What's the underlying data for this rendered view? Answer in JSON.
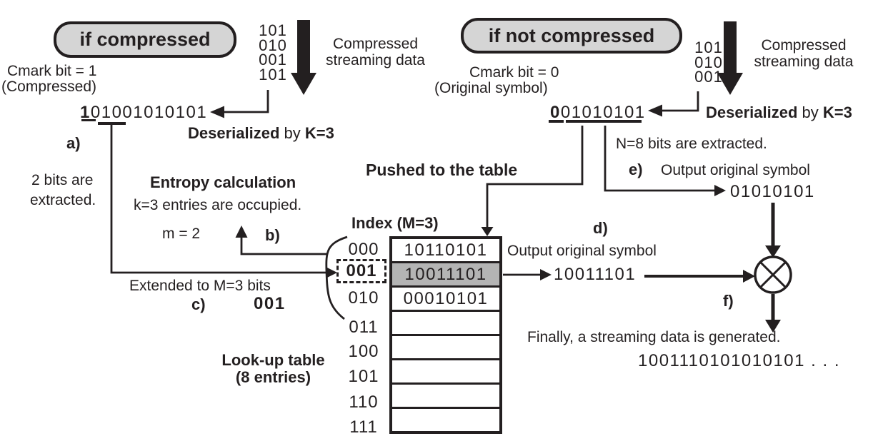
{
  "colors": {
    "ink": "#231f20",
    "pill_fill": "#d5d5d5",
    "highlight_row": "#b4b4b4",
    "background": "#ffffff"
  },
  "left": {
    "pill_label": "if compressed",
    "cmark_line1": "Cmark bit = 1",
    "cmark_line2": "(Compressed)",
    "stacked_bits": [
      "101",
      "010",
      "001",
      "101"
    ],
    "stream_label_line1": "Compressed",
    "stream_label_line2": "streaming data",
    "bitstring": {
      "cmark_bit": "1",
      "extracted_bits": "01",
      "remaining_bits": "001010101"
    },
    "deserialized": {
      "word": "Deserialized",
      "connector": "by",
      "param": "K=3"
    },
    "step_label": "a)",
    "extract_note_line1": "2 bits are",
    "extract_note_line2": "extracted.",
    "entropy": {
      "title": "Entropy calculation",
      "occupied": "k=3 entries are occupied.",
      "m_value": "m = 2",
      "step_label": "b)"
    },
    "extended": {
      "label": "Extended to M=3 bits",
      "step_label": "c)",
      "value": "001"
    }
  },
  "right": {
    "pill_label": "if not compressed",
    "cmark_line1": "Cmark bit = 0",
    "cmark_line2": "(Original symbol)",
    "stacked_bits": [
      "101",
      "010",
      "001"
    ],
    "stream_label_line1": "Compressed",
    "stream_label_line2": "streaming data",
    "bitstring": {
      "cmark_bit": "0",
      "symbol_bits": "01010101"
    },
    "deserialized": {
      "word": "Deserialized",
      "connector": "by",
      "param": "K=3"
    },
    "n_bits_note": "N=8 bits are extracted.",
    "step_label": "e)",
    "output_label": "Output original symbol",
    "output_value": "01010101"
  },
  "table": {
    "pushed_label": "Pushed to the table",
    "index_header": "Index (M=3)",
    "indices": [
      "000",
      "001",
      "010",
      "011",
      "100",
      "101",
      "110",
      "111"
    ],
    "rows": [
      "10110101",
      "10011101",
      "00010101",
      "",
      "",
      "",
      "",
      ""
    ],
    "highlighted_index": "001",
    "caption_line1": "Look-up table",
    "caption_line2": "(8 entries)"
  },
  "lookup_output": {
    "step_label": "d)",
    "label": "Output original symbol",
    "value": "10011101"
  },
  "xor": {
    "step_label": "f)"
  },
  "final": {
    "caption": "Finally, a streaming data is generated.",
    "value": "1001110101010101 . . ."
  }
}
